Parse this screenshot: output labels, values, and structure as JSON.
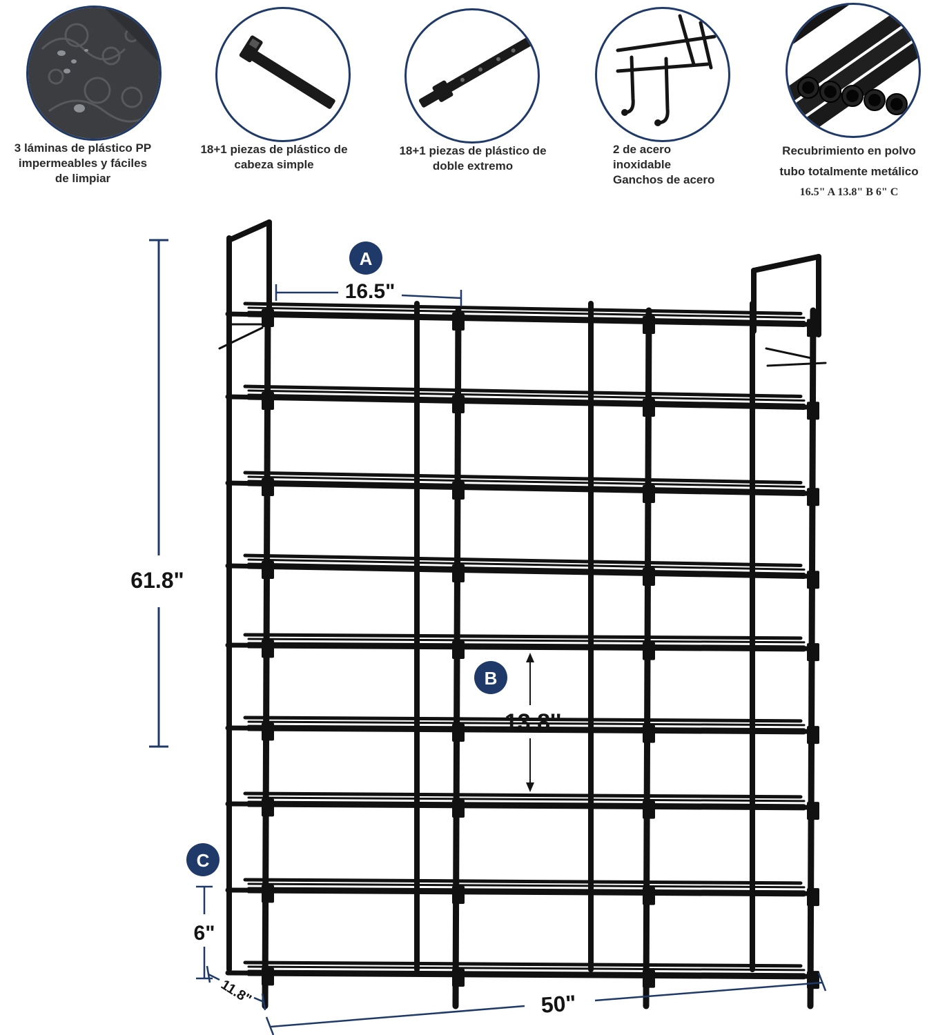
{
  "features": [
    {
      "icon": "plastic-sheet-icon",
      "lines": [
        "3 láminas de plástico PP",
        "impermeables y fáciles",
        "de limpiar"
      ]
    },
    {
      "icon": "single-head-connector-icon",
      "lines": [
        "18+1 piezas de plástico de",
        "cabeza simple"
      ]
    },
    {
      "icon": "double-end-connector-icon",
      "lines": [
        "18+1 piezas de plástico de",
        "doble extremo"
      ]
    },
    {
      "icon": "steel-hook-icon",
      "lines": [
        "2 de acero",
        "inoxidable",
        "Ganchos de acero"
      ]
    },
    {
      "icon": "metal-tube-icon",
      "lines": [
        "Recubrimiento en polvo",
        "tubo totalmente metálico",
        "16.5\" A 13.8\" B 6\" C"
      ]
    }
  ],
  "dimensions": {
    "height": "61.8\"",
    "width": "50\"",
    "depth": "11.8\"",
    "a": {
      "badge": "A",
      "value": "16.5\""
    },
    "b": {
      "badge": "B",
      "value": "13.8''"
    },
    "c": {
      "badge": "C",
      "value": "6\""
    }
  },
  "colors": {
    "badge": "#1f3a68",
    "dimension_line": "#1f3a68",
    "frame": "#111111"
  }
}
